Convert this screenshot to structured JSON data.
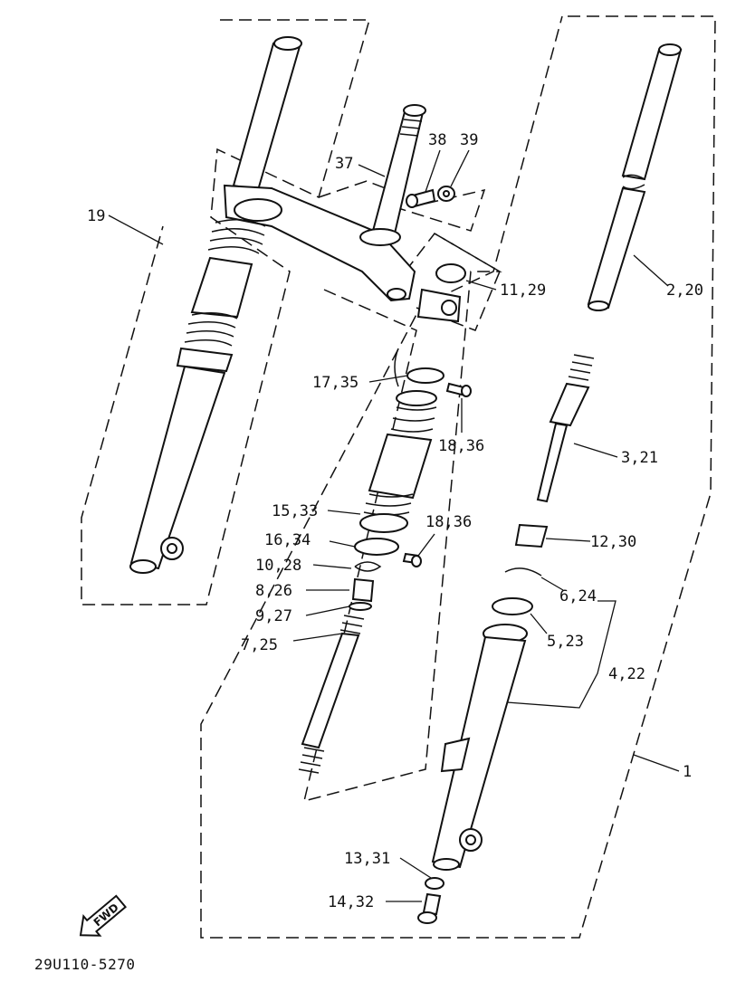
{
  "callouts": {
    "c19": "19",
    "c37": "37",
    "c38": "38",
    "c39": "39",
    "c11_29": "11,29",
    "c2_20": "2,20",
    "c17_35": "17,35",
    "c18_36a": "18,36",
    "c3_21": "3,21",
    "c15_33": "15,33",
    "c18_36b": "18,36",
    "c16_34": "16,34",
    "c10_28": "10,28",
    "c12_30": "12,30",
    "c8_26": "8,26",
    "c6_24": "6,24",
    "c9_27": "9,27",
    "c5_23": "5,23",
    "c7_25": "7,25",
    "c4_22": "4,22",
    "c1": "1",
    "c13_31": "13,31",
    "c14_32": "14,32"
  },
  "fwd_label": "FWD",
  "drawing_code": "29U110-5270"
}
